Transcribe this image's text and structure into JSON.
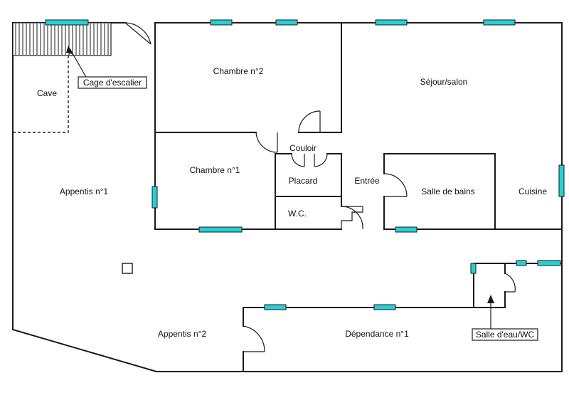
{
  "rooms": {
    "chambre2": "Chambre n°2",
    "sejour": "Séjour/salon",
    "cave": "Cave",
    "couloir": "Couloir",
    "chambre1": "Chambre n°1",
    "placard": "Placard",
    "entree": "Entrée",
    "salle_de_bains": "Salle de bains",
    "cuisine": "Cuisine",
    "wc": "W.C.",
    "appentis1": "Appentis n°1",
    "appentis2": "Appentis n°2",
    "dependance1": "Dépendance n°1"
  },
  "callouts": {
    "cage_escalier": "Cage d'escalier",
    "salle_eau": "Salle d'eau/WC"
  },
  "colors": {
    "window": "#27d0d6",
    "wall": "#1a1a1a"
  }
}
